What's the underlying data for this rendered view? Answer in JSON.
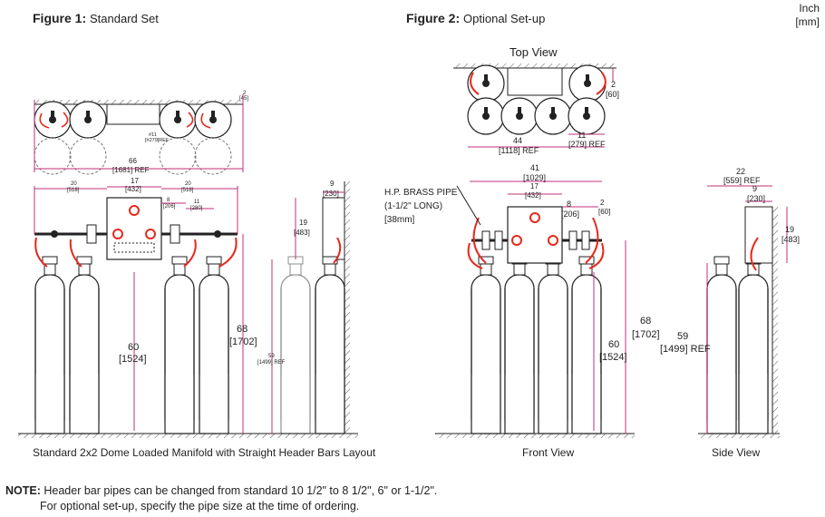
{
  "units": {
    "inch": "Inch",
    "mm": "[mm]"
  },
  "figure1": {
    "label": "Figure 1:",
    "title": "Standard Set",
    "caption": "Standard 2x2 Dome Loaded Manifold with Straight Header Bars Layout",
    "dims": {
      "top_2": "2",
      "top_2mm": "[45]",
      "top_11": "#11",
      "top_11mm": "[#279]REF",
      "w66": "66",
      "w66mm": "[1681] REF",
      "d20a": "20",
      "d20amm": "[518]",
      "d17": "17",
      "d17mm": "[432]",
      "d8": "8",
      "d8mm": "[206]",
      "d20b": "20",
      "d20bmm": "[518]",
      "d11": "11",
      "d11mm": "[280]",
      "h60": "60",
      "h60mm": "[1524]",
      "h68": "68",
      "h68mm": "[1702]",
      "s9": "9",
      "s9mm": "[230]",
      "s19": "19",
      "s19mm": "[483]",
      "s59": "59",
      "s59mm": "[1499] REF"
    }
  },
  "figure2": {
    "label": "Figure 2:",
    "title": "Optional Set-up",
    "top_view": "Top View",
    "front_view": "Front View",
    "side_view": "Side View",
    "pipe_label": [
      "H.P. BRASS PIPE",
      "(1-1/2\" LONG)",
      "[38mm]"
    ],
    "dims": {
      "t2": "2",
      "t2mm": "[60]",
      "t44": "44",
      "t44mm": "[1118] REF",
      "t11": "11",
      "t11mm": "[279] REF",
      "f41": "41",
      "f41mm": "[1029]",
      "f17": "17",
      "f17mm": "[432]",
      "f8": "8",
      "f8mm": "[206]",
      "f2": "2",
      "f2mm": "[60]",
      "f60": "60",
      "f60mm": "[1524]",
      "f68": "68",
      "f68mm": "[1702]",
      "s22": "22",
      "s22mm": "[559] REF",
      "s9": "9",
      "s9mm": "[230]",
      "s19": "19",
      "s19mm": "[483]",
      "s59": "59",
      "s59mm": "[1499] REF"
    }
  },
  "note": {
    "label": "NOTE:",
    "line1": "Header bar pipes can be changed from standard 10 1/2\" to 8 1/2\", 6\" or 1-1/2\".",
    "line2": "For optional set-up, specify the pipe size at the time of ordering."
  },
  "colors": {
    "line": "#222222",
    "dimension": "#c0307a",
    "hose": "#e8281c",
    "ghost": "#9a9a9a"
  }
}
